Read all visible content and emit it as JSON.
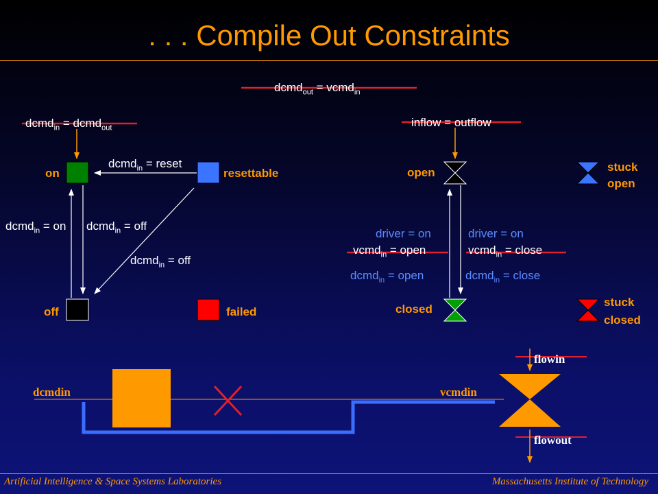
{
  "title": ". . . Compile Out Constraints",
  "footer": {
    "left": "Artificial Intelligence & Space Systems Laboratories",
    "right": "Massachusetts Institute of Technology"
  },
  "top_constraint": {
    "base": "dcmd",
    "sub1": "out",
    "mid": " = vcmd",
    "sub2": "in"
  },
  "driver": {
    "constraint": {
      "base": "dcmd",
      "sub1": "in",
      "mid": " = dcmd",
      "sub2": "out"
    },
    "states": {
      "on": "on",
      "resettable": "resettable",
      "off": "off",
      "failed": "failed"
    },
    "trans_reset": {
      "base": "dcmd",
      "sub": "in",
      "rest": " = reset"
    },
    "trans_on": {
      "base": "dcmd",
      "sub": "in",
      "rest": " = on"
    },
    "trans_off": {
      "base": "dcmd",
      "sub": "in",
      "rest": " = off"
    },
    "trans_off2": {
      "base": "dcmd",
      "sub": "in",
      "rest": " = off"
    },
    "colors": {
      "on": "#008000",
      "resettable": "#3b74ff",
      "off": "#000000",
      "failed": "#ff0000"
    }
  },
  "valve": {
    "constraint": "inflow = outflow",
    "states": {
      "open": "open",
      "closed": "closed",
      "stuck_open": [
        "stuck",
        "open"
      ],
      "stuck_closed": [
        "stuck",
        "closed"
      ]
    },
    "driver_on_left": "driver = on",
    "driver_on_right": "driver = on",
    "vcmd_open": {
      "base": "vcmd",
      "sub": "in",
      "rest": " = open"
    },
    "vcmd_close": {
      "base": "vcmd",
      "sub": "in",
      "rest": " = close"
    },
    "dcmd_open": {
      "base": "dcmd",
      "sub": "in",
      "rest": " = open"
    },
    "dcmd_close": {
      "base": "dcmd",
      "sub": "in",
      "rest": " = close"
    }
  },
  "schematic": {
    "dcmdin": "dcmdin",
    "vcmdin": "vcmdin",
    "flowin": "flowin",
    "flowout": "flowout"
  }
}
